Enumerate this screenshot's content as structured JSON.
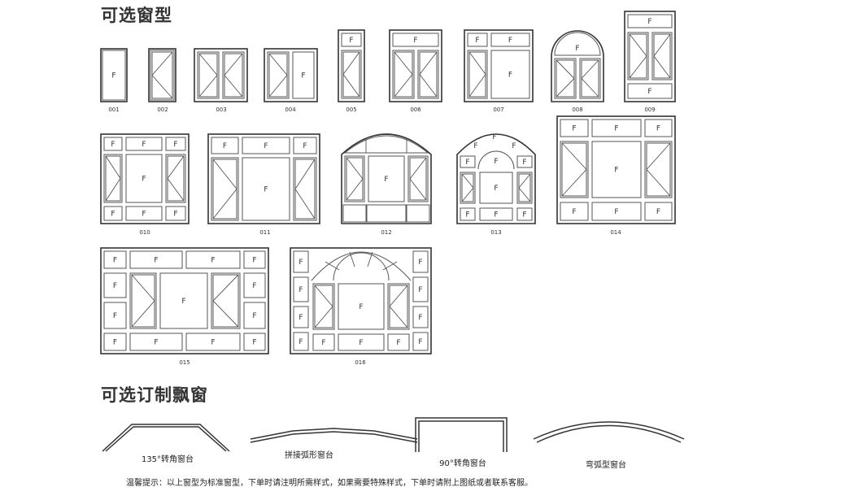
{
  "section1_title": "可选窗型",
  "section2_title": "可选订制飘窗",
  "pane_mark": "F",
  "window_codes": [
    "001",
    "002",
    "003",
    "004",
    "005",
    "006",
    "007",
    "008",
    "009",
    "010",
    "011",
    "012",
    "013",
    "014",
    "015",
    "016"
  ],
  "bay_windows": [
    {
      "label": "135°转角窗台",
      "shape": "135-degree-corner"
    },
    {
      "label": "拼接弧形窗台",
      "shape": "spliced-arc"
    },
    {
      "label": "90°转角窗台",
      "shape": "90-degree-corner"
    },
    {
      "label": "弯弧型窗台",
      "shape": "curved-arc"
    }
  ],
  "note": "温馨提示：以上窗型为标准窗型，下单时请注明所需样式，如果需要特殊样式，下单时请附上图纸或者联系客服。"
}
